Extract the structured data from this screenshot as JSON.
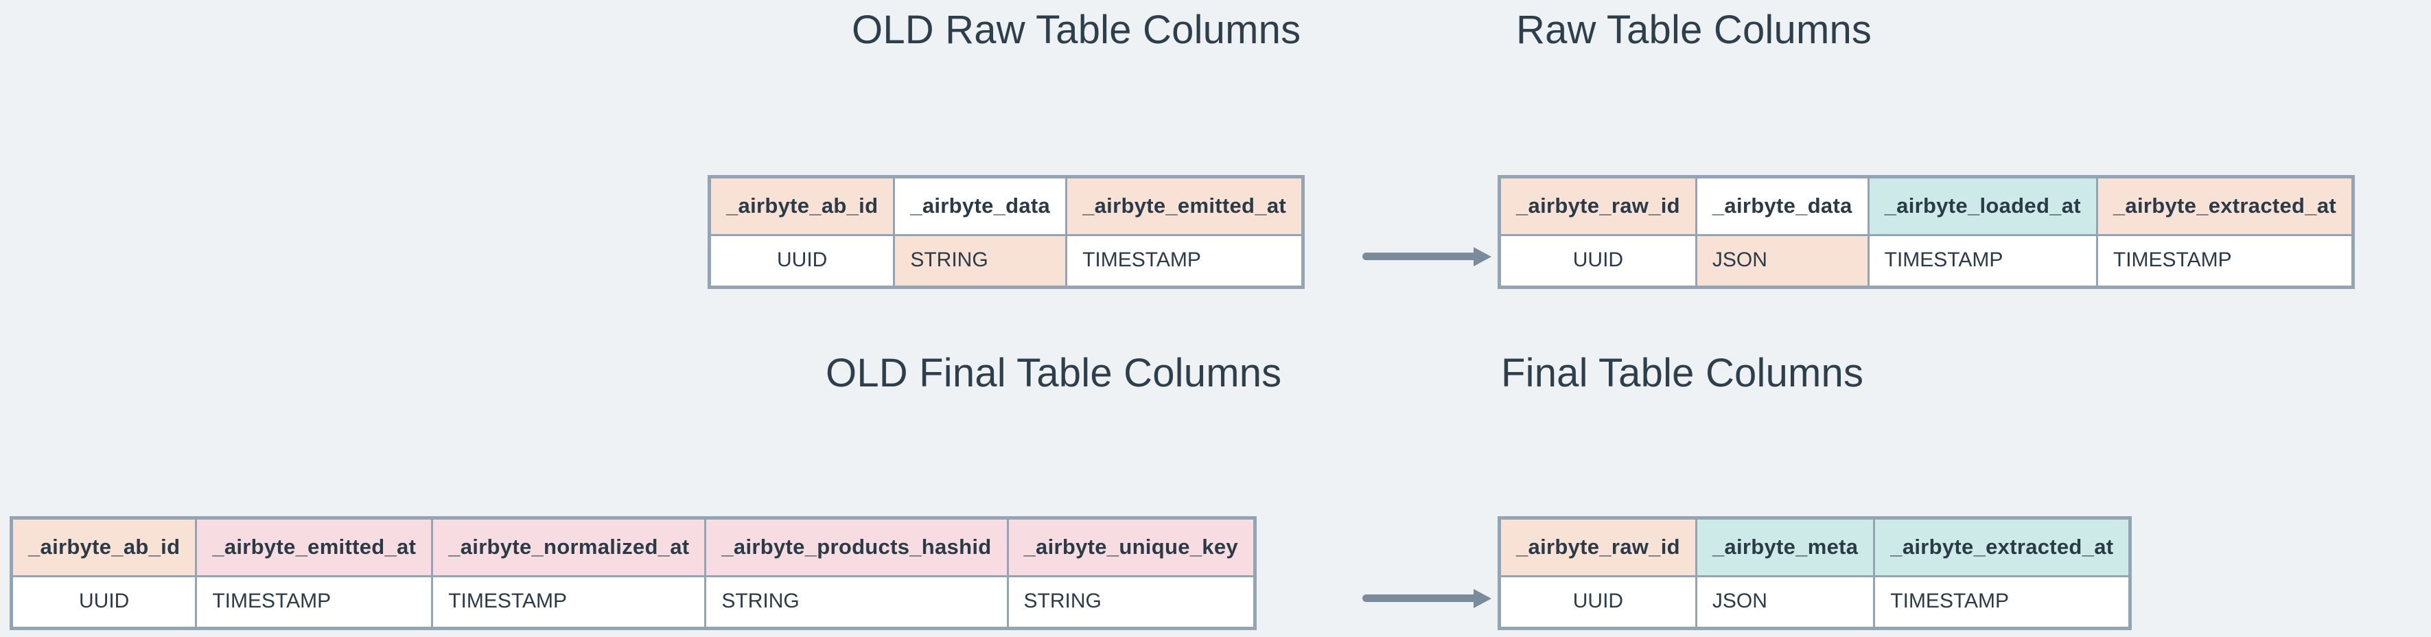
{
  "background_color": "#eef2f5",
  "palette": {
    "peach": "#f8e2d5",
    "pink": "#f7dde1",
    "teal": "#cdeae8",
    "border": "#93a5b5",
    "text": "#2b3a47",
    "arrow": "#7a8b9b"
  },
  "titles": {
    "old_raw": "OLD Raw Table Columns",
    "new_raw": "Raw Table Columns",
    "old_final": "OLD Final Table Columns",
    "new_final": "Final Table Columns"
  },
  "arrows": {
    "raw": "arrow-right",
    "final": "arrow-right"
  },
  "tables": {
    "old_raw": {
      "columns": [
        {
          "name": "_airbyte_ab_id",
          "type": "UUID",
          "header_color": "peach",
          "cell_color": "white"
        },
        {
          "name": "_airbyte_data",
          "type": "STRING",
          "header_color": "white",
          "cell_color": "peach"
        },
        {
          "name": "_airbyte_emitted_at",
          "type": "TIMESTAMP",
          "header_color": "peach",
          "cell_color": "white"
        }
      ]
    },
    "new_raw": {
      "columns": [
        {
          "name": "_airbyte_raw_id",
          "type": "UUID",
          "header_color": "peach",
          "cell_color": "white"
        },
        {
          "name": "_airbyte_data",
          "type": "JSON",
          "header_color": "white",
          "cell_color": "peach"
        },
        {
          "name": "_airbyte_loaded_at",
          "type": "TIMESTAMP",
          "header_color": "teal",
          "cell_color": "white"
        },
        {
          "name": "_airbyte_extracted_at",
          "type": "TIMESTAMP",
          "header_color": "peach",
          "cell_color": "white"
        }
      ]
    },
    "old_final": {
      "columns": [
        {
          "name": "_airbyte_ab_id",
          "type": "UUID",
          "header_color": "peach",
          "cell_color": "white"
        },
        {
          "name": "_airbyte_emitted_at",
          "type": "TIMESTAMP",
          "header_color": "pink",
          "cell_color": "white"
        },
        {
          "name": "_airbyte_normalized_at",
          "type": "TIMESTAMP",
          "header_color": "pink",
          "cell_color": "white"
        },
        {
          "name": "_airbyte_products_hashid",
          "type": "STRING",
          "header_color": "pink",
          "cell_color": "white"
        },
        {
          "name": "_airbyte_unique_key",
          "type": "STRING",
          "header_color": "pink",
          "cell_color": "white"
        }
      ]
    },
    "new_final": {
      "columns": [
        {
          "name": "_airbyte_raw_id",
          "type": "UUID",
          "header_color": "peach",
          "cell_color": "white"
        },
        {
          "name": "_airbyte_meta",
          "type": "JSON",
          "header_color": "teal",
          "cell_color": "white"
        },
        {
          "name": "_airbyte_extracted_at",
          "type": "TIMESTAMP",
          "header_color": "teal",
          "cell_color": "white"
        }
      ]
    }
  }
}
